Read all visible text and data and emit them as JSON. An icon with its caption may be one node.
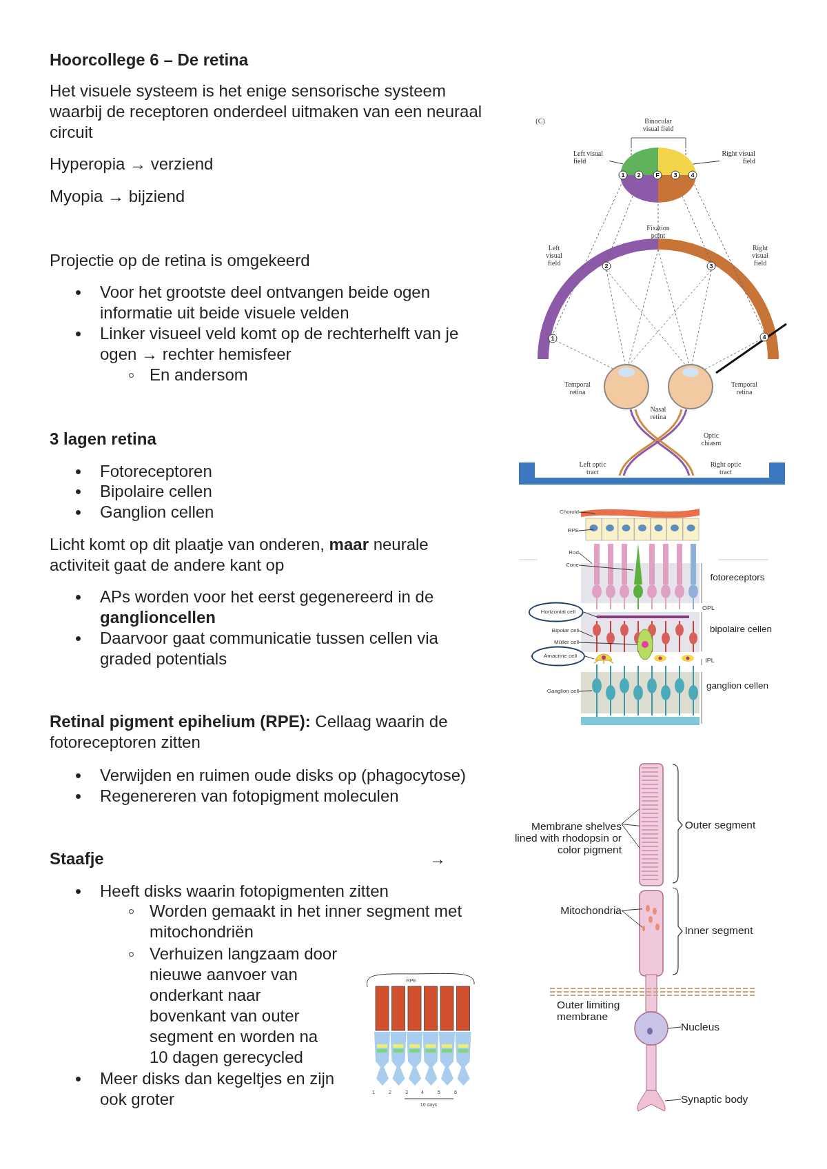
{
  "diagram": {
    "title": "Hoorcollege 6 – De retina",
    "nodes": [
      {
        "text": [
          "Left visual field"
        ]
      },
      {
        "text": [
          "Right visual field"
        ]
      },
      {
        "text": [
          "Choroid"
        ]
      },
      {
        "text": [
          "RPE"
        ]
      },
      {
        "text": [
          "Rod"
        ]
      },
      {
        "text": [
          "Cone"
        ]
      },
      {
        "text": [
          "Horizontal cell"
        ]
      },
      {
        "text": [
          "Bipolar cell"
        ]
      },
      {
        "text": [
          "Müller cell"
        ]
      },
      {
        "text": [
          "Amacrine cell"
        ]
      },
      {
        "text": [
          "Ganglion cell"
        ]
      },
      {
        "text": [
          "Membrane shelves lined with rhodopsin or color pigment"
        ]
      },
      {
        "text": [
          "Mitochondria"
        ]
      },
      {
        "text": [
          "Nucleus"
        ]
      },
      {
        "text": [
          "Synaptic body"
        ]
      },
      {
        "text": [],
        "shape": "picture"
      },
      {
        "text": [],
        "shape": "picture"
      },
      {
        "text": [],
        "shape": "picture"
      },
      {
        "text": [],
        "shape": "picture"
      },
      {
        "text": [],
        "shape": "picture"
      },
      {
        "text": [],
        "shape": "picture"
      },
      {
        "text": [],
        "shape": "picture"
      },
      {
        "text": [],
        "shape": "picture"
      },
      {
        "text": [],
        "shape": "picture"
      },
      {
        "text": [],
        "shape": "picture"
      },
      {
        "text": [],
        "shape": "picture"
      },
      {
        "text": [],
        "shape": "picture"
      },
      {
        "text": [],
        "shape": "picture"
      },
      {
        "text": [],
        "shape": "picture"
      }
    ],
    "edges": [
      {
        "from": 0,
        "to": 15,
        "arrow": "none"
      },
      {
        "from": 1,
        "to": 15,
        "arrow": "none"
      },
      {
        "from": 2,
        "to": 16,
        "arrow": "none"
      },
      {
        "from": 3,
        "to": 17,
        "arrow": "none"
      },
      {
        "from": 4,
        "to": 18,
        "arrow": "none"
      },
      {
        "from": 5,
        "to": 19,
        "arrow": "none"
      },
      {
        "from": 6,
        "to": 20,
        "arrow": "none"
      },
      {
        "from": 7,
        "to": 21,
        "arrow": "none"
      },
      {
        "from": 8,
        "to": 22,
        "arrow": "none"
      },
      {
        "from": 9,
        "to": 23,
        "arrow": "none"
      },
      {
        "from": 10,
        "to": 24,
        "arrow": "none"
      },
      {
        "from": 11,
        "to": 25,
        "arrow": "none"
      },
      {
        "from": 11,
        "to": 25,
        "arrow": "none"
      },
      {
        "from": 11,
        "to": 25,
        "arrow": "none"
      },
      {
        "from": 12,
        "to": 26,
        "arrow": "none"
      },
      {
        "from": 12,
        "to": 26,
        "arrow": "none"
      },
      {
        "from": 13,
        "to": 27,
        "arrow": "none"
      },
      {
        "from": 14,
        "to": 28,
        "arrow": "none"
      }
    ],
    "labels": [
      "Het visuele systeem is het enige sensorische systeem waarbij de receptoren onderdeel uitmaken van een neuraal circuit",
      "Hyperopia → verziend",
      "Myopia → bijziend",
      "Projectie op de retina is omgekeerd",
      "Voor het grootste deel ontvangen beide ogen informatie uit beide visuele velden",
      "Linker visueel veld komt op de rechterhelft van je ogen → rechter hemisfeer",
      "En andersom",
      "3 lagen retina",
      "Fotoreceptoren",
      "Bipolaire cellen",
      "Ganglion cellen",
      "Licht komt op dit plaatje van onderen, **maar** neurale activiteit gaat de andere kant op",
      "APs worden voor het eerst gegenereerd in de **ganglioncellen**",
      "Daarvoor gaat communicatie tussen cellen via graded potentials",
      "**Retinal pigment epihelium (RPE):** Cellaag waarin de fotoreceptoren zitten",
      "Verwijden en ruimen oude disks op (phagocytose)",
      "Regenereren van fotopigment moleculen",
      "Staafje",
      "→",
      "Heeft disks waarin fotopigmenten zitten",
      "Worden gemaakt in het inner segment met mitochondriën",
      "Verhuizen langzaam door nieuwe aanvoer van onderkant naar bovenkant van outer segment en worden na 10 dagen gerecycled",
      "Meer disks dan kegeltjes en zijn ook groter",
      "(C)",
      "Binocular visual field",
      "1",
      "2",
      "F",
      "3",
      "4",
      "Fixation point",
      "Left visual field",
      "Right visual field",
      "2",
      "3",
      "1",
      "4",
      "Temporal retina",
      "Temporal retina",
      "Nasal retina",
      "Optic chiasm",
      "Left optic tract",
      "Right optic tract",
      "fotoreceptors",
      "OPL",
      "bipolaire cellen",
      "IPL",
      "ganglion cellen",
      "Outer segment",
      "Inner segment",
      "Outer limiting membrane",
      "RPE",
      "1",
      "2",
      "3",
      "4",
      "5",
      "6",
      "10 days"
    ]
  }
}
